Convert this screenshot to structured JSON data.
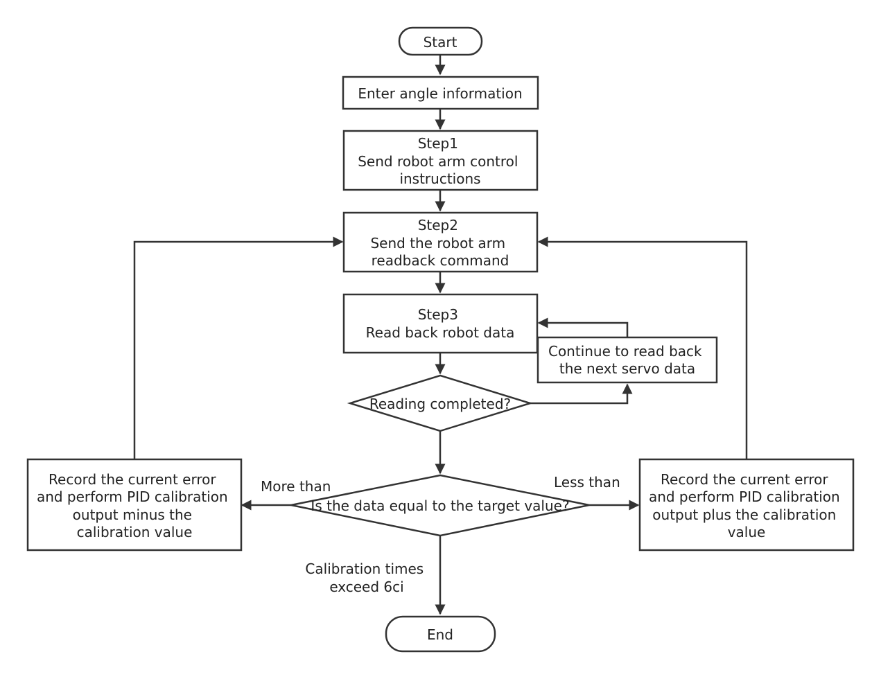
{
  "nodes": {
    "start": {
      "lines": [
        "Start"
      ]
    },
    "enter_angle": {
      "lines": [
        "Enter angle information"
      ]
    },
    "step1": {
      "lines": [
        "Step1",
        "Send robot arm control",
        "instructions"
      ]
    },
    "step2": {
      "lines": [
        "Step2",
        "Send the robot arm",
        "readback command"
      ]
    },
    "step3": {
      "lines": [
        "Step3",
        "Read back robot data"
      ]
    },
    "continue_read": {
      "lines": [
        "Continue to read back",
        "the next servo data"
      ]
    },
    "reading_completed": {
      "lines": [
        "Reading completed?"
      ]
    },
    "equal_target": {
      "lines": [
        "Is the data equal to the target value?"
      ]
    },
    "record_minus": {
      "lines": [
        "Record the current error",
        "and perform PID calibration",
        "output minus the",
        "calibration value"
      ]
    },
    "record_plus": {
      "lines": [
        "Record the current error",
        "and perform PID calibration",
        "output plus the calibration",
        "value"
      ]
    },
    "end": {
      "lines": [
        "End"
      ]
    }
  },
  "edge_labels": {
    "more_than": "More than",
    "less_than": "Less than",
    "calibration_exceed": [
      "Calibration times",
      "exceed 6ci"
    ]
  },
  "colors": {
    "stroke": "#333333",
    "fill": "#ffffff",
    "text": "#222222"
  }
}
